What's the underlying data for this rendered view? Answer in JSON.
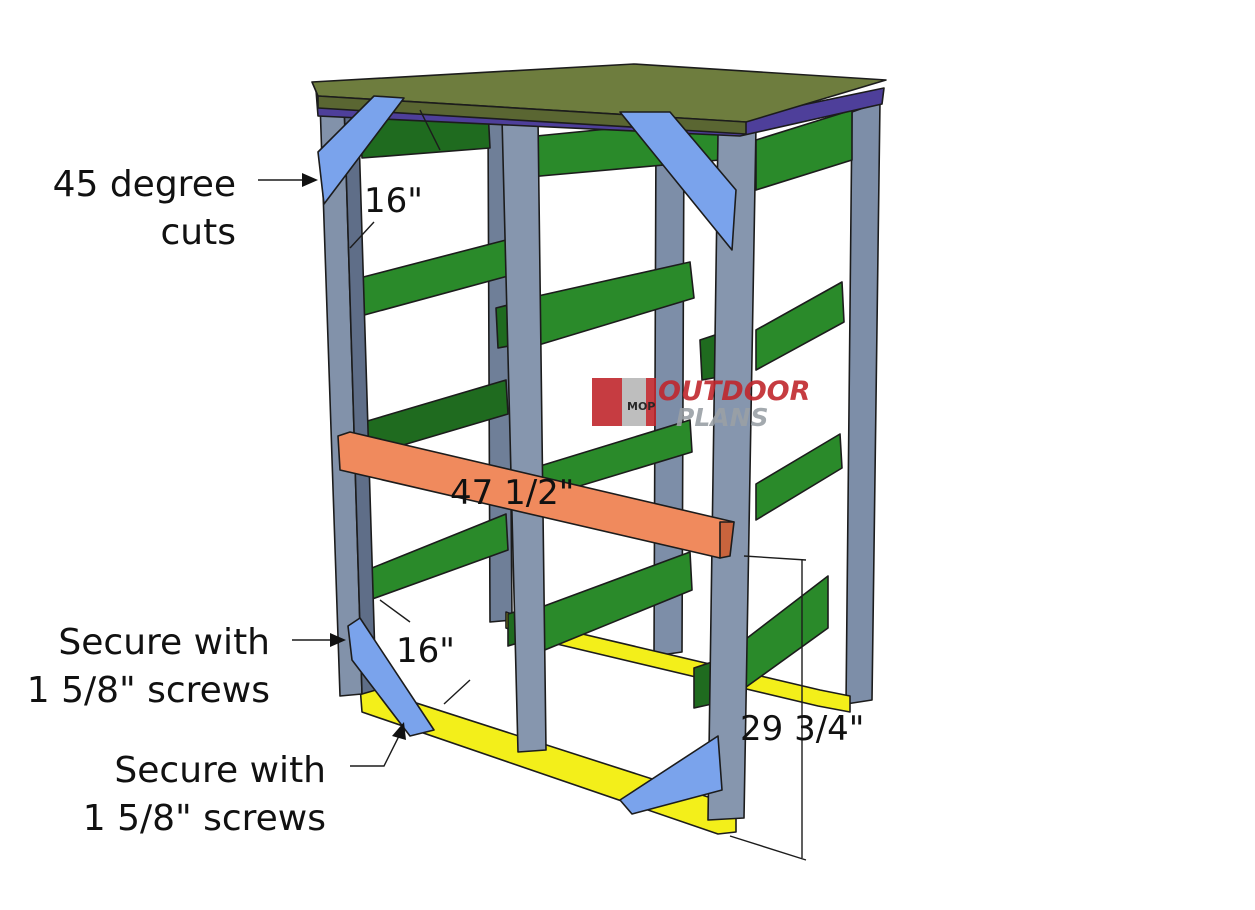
{
  "labels": {
    "cuts_line1": "45 degree",
    "cuts_line2": "cuts",
    "secure_top_line1": "Secure with",
    "secure_top_line2": "1 5/8\" screws",
    "secure_bottom_line1": "Secure with",
    "secure_bottom_line2": "1 5/8\" screws"
  },
  "dimensions": {
    "brace_top": "16\"",
    "brace_bottom": "16\"",
    "front_rail": "47 1/2\"",
    "depth": "29 3/4\""
  },
  "watermark": {
    "line1": "OUTDOOR",
    "line2": "PLANS",
    "monogram": "MOP"
  },
  "colors": {
    "top": "#6e7d3e",
    "top_frame": "#4e3f9a",
    "legs": "#7d8ea8",
    "slats": "#1f6b1f",
    "front_rail": "#f08a5d",
    "braces": "#7aa3ec",
    "base": "#f3ef1a"
  }
}
